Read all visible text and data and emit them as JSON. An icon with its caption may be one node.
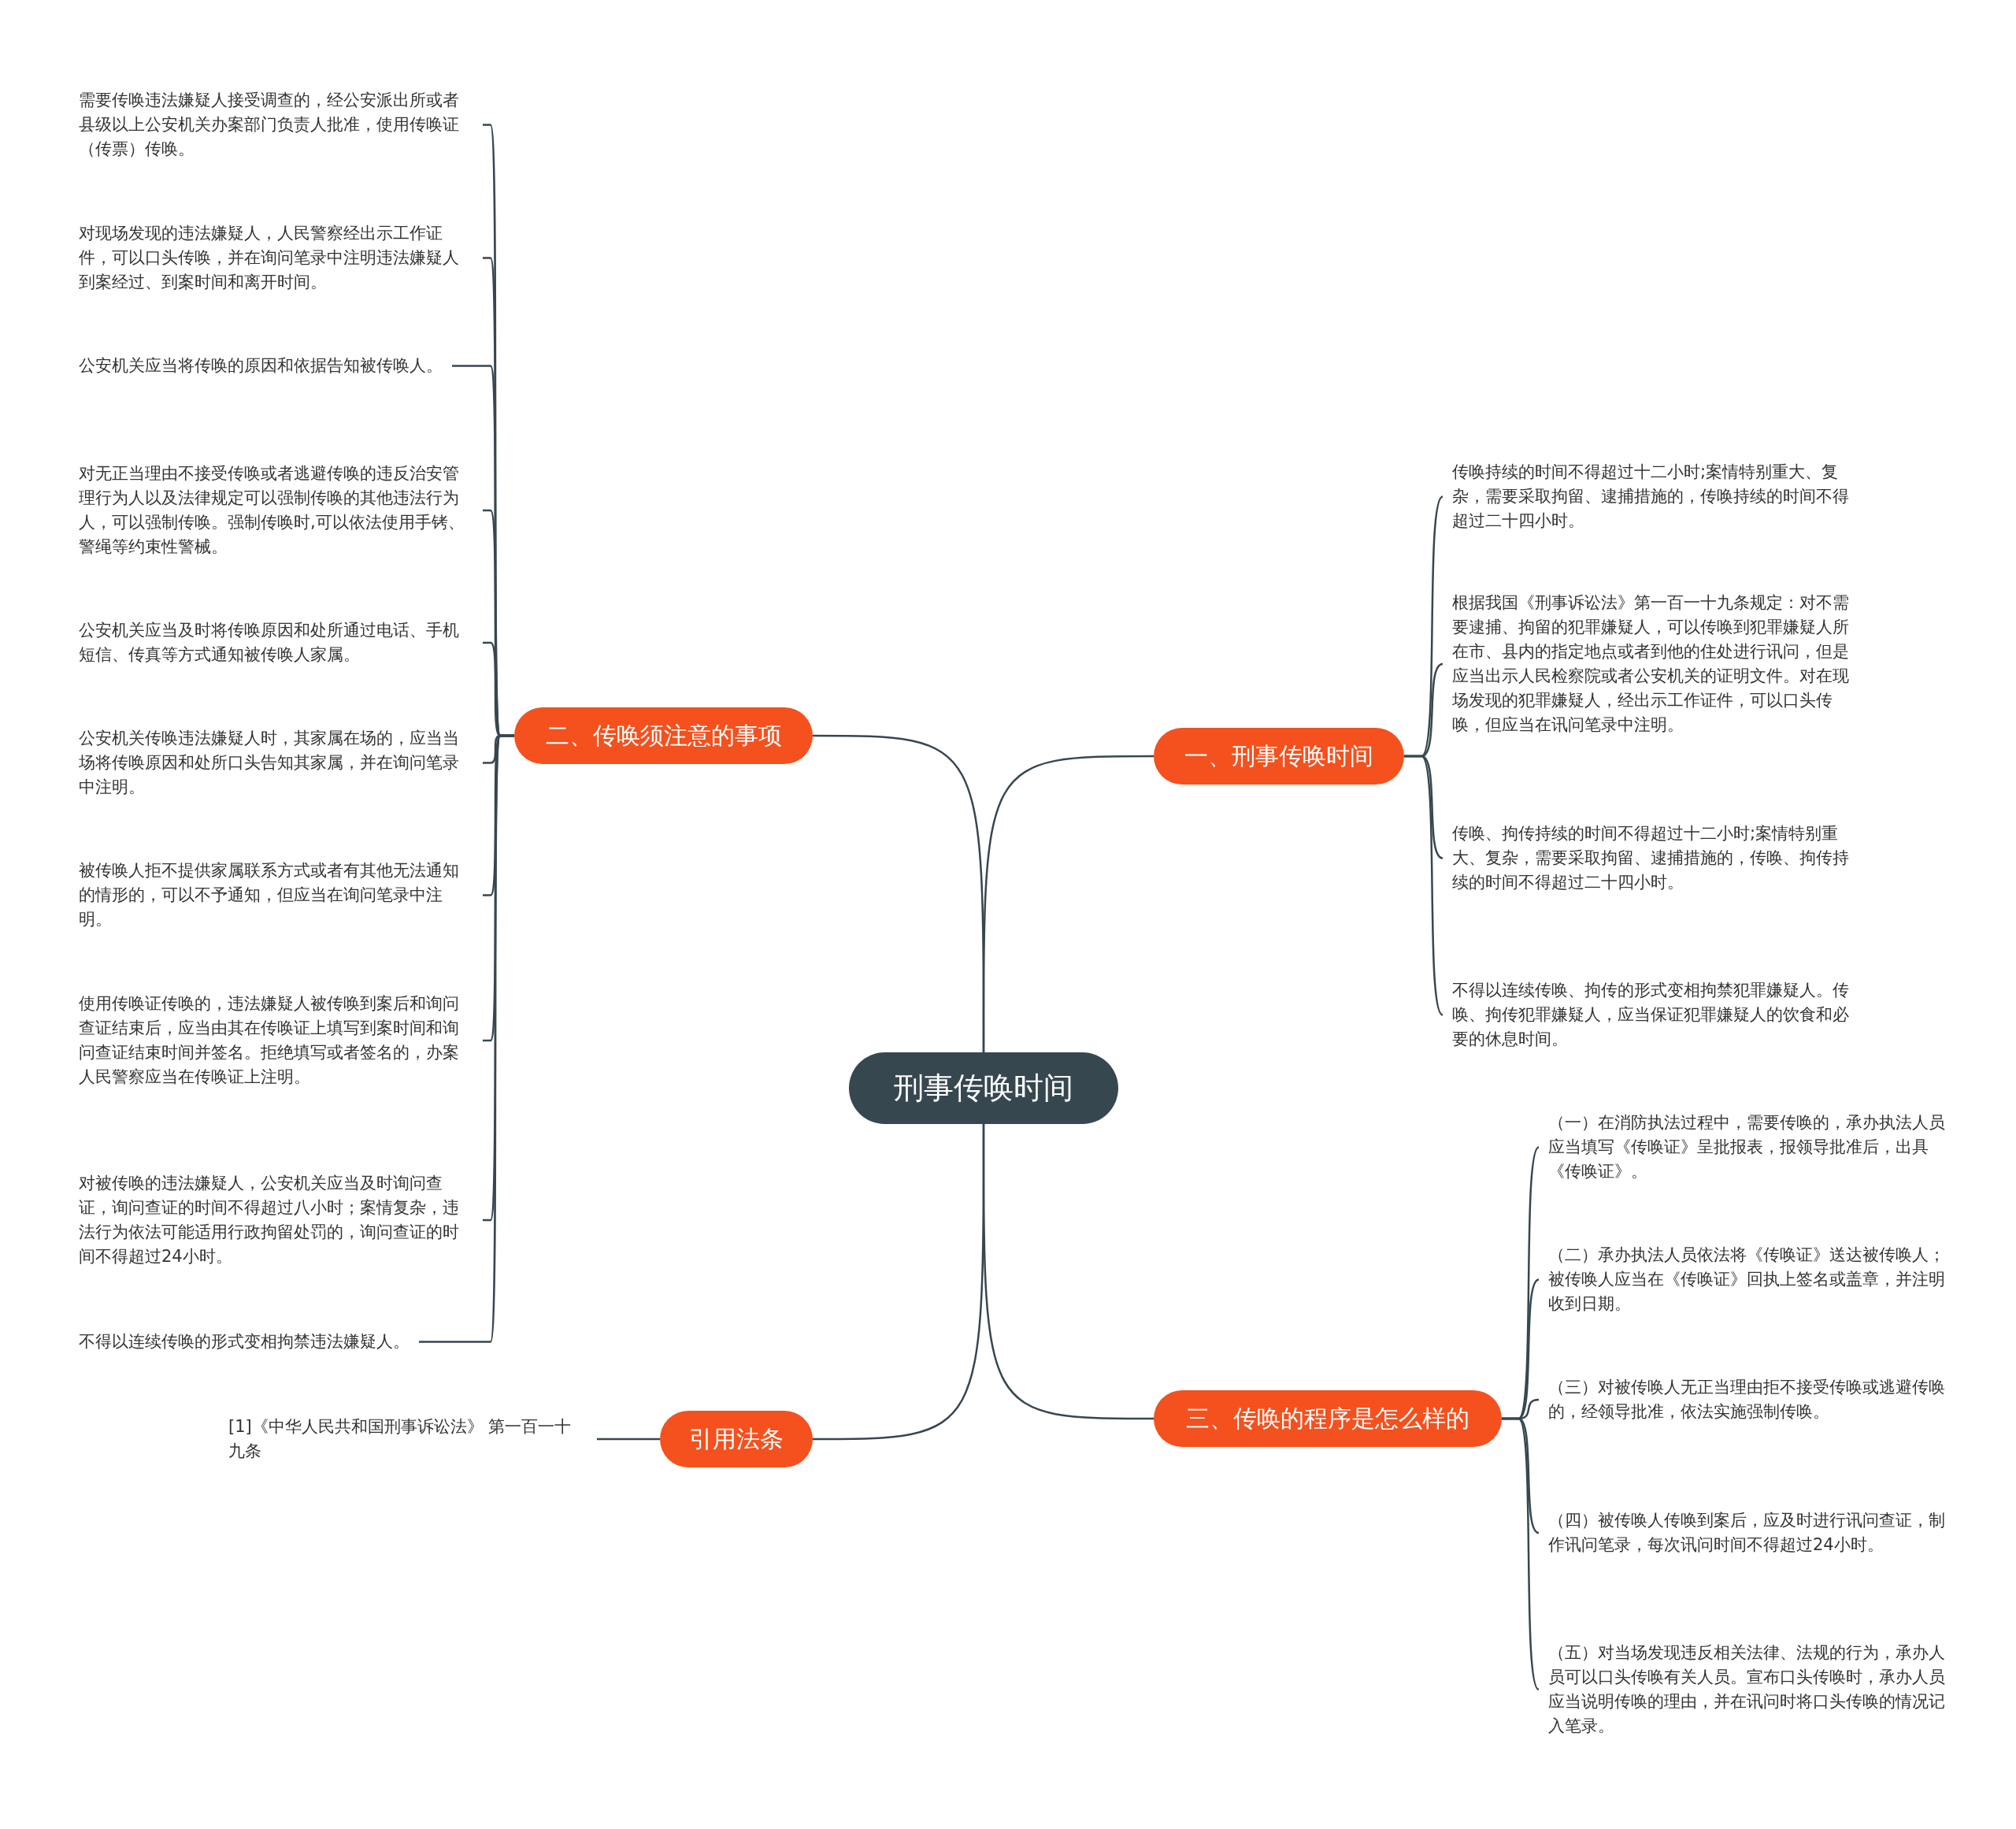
{
  "diagram": {
    "nodes": [
      {
        "text": [
          "刑事传唤时间"
        ]
      },
      {
        "text": [
          "一、刑事传唤时间"
        ]
      },
      {
        "text": [
          "传唤持续的时间不得超过十二小时;案情特别重大、复杂，需要采取拘留、逮捕措施的，传唤持续的时间不得超过二十四小时。"
        ]
      },
      {
        "text": [
          "根据我国《刑事诉讼法》第一百一十九条规定：对不需要逮捕、拘留的犯罪嫌疑人，可以传唤到犯罪嫌疑人所在市、县内的指定地点或者到他的住处进行讯问，但是应当出示人民检察院或者公安机关的证明文件。对在现场发现的犯罪嫌疑人，经出示工作证件，可以口头传唤，但应当在讯问笔录中注明。"
        ]
      },
      {
        "text": [
          "传唤、拘传持续的时间不得超过十二小时;案情特别重大、复杂，需要采取拘留、逮捕措施的，传唤、拘传持续的时间不得超过二十四小时。"
        ]
      },
      {
        "text": [
          "不得以连续传唤、拘传的形式变相拘禁犯罪嫌疑人。传唤、拘传犯罪嫌疑人，应当保证犯罪嫌疑人的饮食和必要的休息时间。"
        ]
      },
      {
        "text": [
          "二、传唤须注意的事项"
        ]
      },
      {
        "text": [
          "需要传唤违法嫌疑人接受调查的，经公安派出所或者县级以上公安机关办案部门负责人批准，使用传唤证（传票）传唤。"
        ]
      },
      {
        "text": [
          "对现场发现的违法嫌疑人，人民警察经出示工作证件，可以口头传唤，并在询问笔录中注明违法嫌疑人到案经过、到案时间和离开时间。"
        ]
      },
      {
        "text": [
          "公安机关应当将传唤的原因和依据告知被传唤人。"
        ]
      },
      {
        "text": [
          "对无正当理由不接受传唤或者逃避传唤的违反治安管理行为人以及法律规定可以强制传唤的其他违法行为人，可以强制传唤。强制传唤时,可以依法使用手铐、警绳等约束性警械。"
        ]
      },
      {
        "text": [
          "公安机关应当及时将传唤原因和处所通过电话、手机短信、传真等方式通知被传唤人家属。"
        ]
      },
      {
        "text": [
          "公安机关传唤违法嫌疑人时，其家属在场的，应当当场将传唤原因和处所口头告知其家属，并在询问笔录中注明。"
        ]
      },
      {
        "text": [
          "被传唤人拒不提供家属联系方式或者有其他无法通知的情形的，可以不予通知，但应当在询问笔录中注明。"
        ]
      },
      {
        "text": [
          "使用传唤证传唤的，违法嫌疑人被传唤到案后和询问查证结束后，应当由其在传唤证上填写到案时间和询问查证结束时间并签名。拒绝填写或者签名的，办案人民警察应当在传唤证上注明。"
        ]
      },
      {
        "text": [
          "对被传唤的违法嫌疑人，公安机关应当及时询问查证，询问查证的时间不得超过八小时；案情复杂，违法行为依法可能适用行政拘留处罚的，询问查证的时间不得超过24小时。"
        ]
      },
      {
        "text": [
          "不得以连续传唤的形式变相拘禁违法嫌疑人。"
        ]
      },
      {
        "text": [
          "三、传唤的程序是怎么样的"
        ]
      },
      {
        "text": [
          "（一）在消防执法过程中，需要传唤的，承办执法人员应当填写《传唤证》呈批报表，报领导批准后，出具《传唤证》。"
        ]
      },
      {
        "text": [
          "（二）承办执法人员依法将《传唤证》送达被传唤人；被传唤人应当在《传唤证》回执上签名或盖章，并注明收到日期。"
        ]
      },
      {
        "text": [
          "（三）对被传唤人无正当理由拒不接受传唤或逃避传唤的，经领导批准，依法实施强制传唤。"
        ]
      },
      {
        "text": [
          "（四）被传唤人传唤到案后，应及时进行讯问查证，制作讯问笔录，每次讯问时间不得超过24小时。"
        ]
      },
      {
        "text": [
          "（五）对当场发现违反相关法律、法规的行为，承办人员可以口头传唤有关人员。宣布口头传唤时，承办人员应当说明传唤的理由，并在讯问时将口头传唤的情况记入笔录。"
        ]
      },
      {
        "text": [
          "引用法条"
        ]
      },
      {
        "text": [
          "[1]《中华人民共和国刑事诉讼法》 第一百一十九条"
        ]
      }
    ],
    "edges": [
      {
        "from": 0,
        "to": 1,
        "arrow": "none"
      },
      {
        "from": 1,
        "to": 2,
        "arrow": "none"
      },
      {
        "from": 1,
        "to": 3,
        "arrow": "none"
      },
      {
        "from": 1,
        "to": 4,
        "arrow": "none"
      },
      {
        "from": 1,
        "to": 5,
        "arrow": "none"
      },
      {
        "from": 0,
        "to": 6,
        "arrow": "none"
      },
      {
        "from": 6,
        "to": 7,
        "arrow": "none"
      },
      {
        "from": 6,
        "to": 8,
        "arrow": "none"
      },
      {
        "from": 6,
        "to": 9,
        "arrow": "none"
      },
      {
        "from": 6,
        "to": 10,
        "arrow": "none"
      },
      {
        "from": 6,
        "to": 11,
        "arrow": "none"
      },
      {
        "from": 6,
        "to": 12,
        "arrow": "none"
      },
      {
        "from": 6,
        "to": 13,
        "arrow": "none"
      },
      {
        "from": 6,
        "to": 14,
        "arrow": "none"
      },
      {
        "from": 6,
        "to": 15,
        "arrow": "none"
      },
      {
        "from": 6,
        "to": 16,
        "arrow": "none"
      },
      {
        "from": 0,
        "to": 17,
        "arrow": "none"
      },
      {
        "from": 17,
        "to": 18,
        "arrow": "none"
      },
      {
        "from": 17,
        "to": 19,
        "arrow": "none"
      },
      {
        "from": 17,
        "to": 20,
        "arrow": "none"
      },
      {
        "from": 17,
        "to": 21,
        "arrow": "none"
      },
      {
        "from": 17,
        "to": 22,
        "arrow": "none"
      },
      {
        "from": 0,
        "to": 23,
        "arrow": "none"
      },
      {
        "from": 23,
        "to": 24,
        "arrow": "none"
      }
    ]
  }
}
